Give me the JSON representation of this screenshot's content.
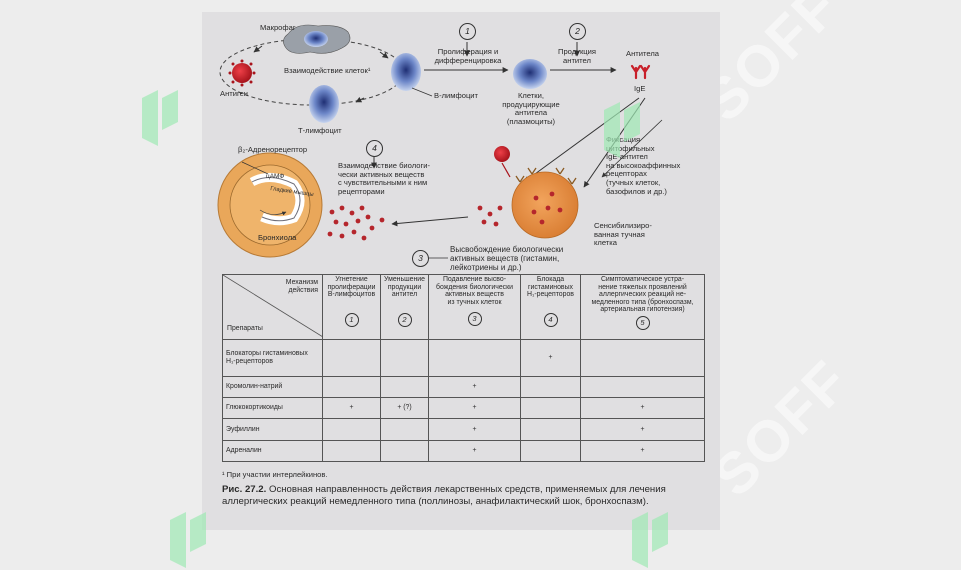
{
  "diagram": {
    "labels": {
      "macrophage": "Макрофаг",
      "antigen": "Антиген",
      "cell_interaction": "Взаимодействие клеток¹",
      "t_lymphocyte": "Т-лимфоцит",
      "b_lymphocyte": "В-лимфоцит",
      "proliferation_l1": "Пролиферация и",
      "proliferation_l2": "дифференцировка",
      "production_l1": "Продукция",
      "production_l2": "антител",
      "antibodies": "Антитела",
      "ige": "IgE",
      "plasma_l1": "Клетки,",
      "plasma_l2": "продуцирующие",
      "plasma_l3": "антитела",
      "plasma_l4": "(плазмоциты)",
      "b2_receptor": "β₂-Адренорецептор",
      "camp": "цАМФ",
      "bronchiole": "Бронхиола",
      "smooth_muscle": "Гладкие мышцы",
      "interaction_l1": "Взаимодействие биологи-",
      "interaction_l2": "чески активных веществ",
      "interaction_l3": "с чувствительными к ним",
      "interaction_l4": "рецепторами",
      "fixation_l1": "Фиксация",
      "fixation_l2": "цитофильных",
      "fixation_l3": "IgE-антител",
      "fixation_l4": "на высокоаффинных",
      "fixation_l5": "рецепторах",
      "fixation_l6": "(тучных клеток,",
      "fixation_l7": "базофилов и др.)",
      "mast_l1": "Сенсибилизиро-",
      "mast_l2": "ванная тучная",
      "mast_l3": "клетка",
      "release_l1": "Высвобождение  биологически",
      "release_l2": "активных веществ (гистамин,",
      "release_l3": "лейкотриены и др.)"
    },
    "step_numbers": [
      "1",
      "2",
      "3",
      "4"
    ],
    "colors": {
      "antigen": "#c8202a",
      "mast_cell": "#e38a3c",
      "bronchiole_ring": "#e9a75a",
      "granule": "#b5262c",
      "cell_blue": "#2c3f8c"
    }
  },
  "table": {
    "corner_top_l1": "Механизм",
    "corner_top_l2": "действия",
    "corner_bottom": "Препараты",
    "columns": [
      {
        "l1": "Угнетение",
        "l2": "пролиферации",
        "l3": "В-лимфоцитов",
        "l4": "",
        "l5": "",
        "num": "1"
      },
      {
        "l1": "Уменьшение",
        "l2": "продукции",
        "l3": "антител",
        "l4": "",
        "l5": "",
        "num": "2"
      },
      {
        "l1": "Подавление высво-",
        "l2": "бождения биологически",
        "l3": "активных веществ",
        "l4": "из тучных клеток",
        "l5": "",
        "num": "3"
      },
      {
        "l1": "Блокада",
        "l2": "гистаминовых",
        "l3": "Н₁-рецепторов",
        "l4": "",
        "l5": "",
        "num": "4"
      },
      {
        "l1": "Симптоматическое устра-",
        "l2": "нение тяжелых проявлений",
        "l3": "аллергических реакций не-",
        "l4": "медленного типа (бронхоспазм,",
        "l5": "артериальная гипотензия)",
        "num": "5"
      }
    ],
    "rows": [
      {
        "name_l1": "Блокаторы гистаминовых",
        "name_l2": "Н₁-рецепторов",
        "cells": [
          "",
          "",
          "",
          "+",
          ""
        ]
      },
      {
        "name_l1": "Кромолин-натрий",
        "name_l2": "",
        "cells": [
          "",
          "",
          "+",
          "",
          ""
        ]
      },
      {
        "name_l1": "Глюкокортикоиды",
        "name_l2": "",
        "cells": [
          "+",
          "+ (?)",
          "+",
          "",
          "+"
        ]
      },
      {
        "name_l1": "Эуфиллин",
        "name_l2": "",
        "cells": [
          "",
          "",
          "+",
          "",
          "+"
        ]
      },
      {
        "name_l1": "Адреналин",
        "name_l2": "",
        "cells": [
          "",
          "",
          "+",
          "",
          "+"
        ]
      }
    ]
  },
  "footnote": "¹ При участии интерлейкинов.",
  "caption": {
    "label": "Рис. 27.2.",
    "text": " Основная направленность действия лекарственных средств, применяемых для лечения аллергических реакций немедленного типа (поллинозы, анафилактический шок, бронхоспазм)."
  },
  "watermark": {
    "text": "SOFF",
    "color": "#ffffff",
    "accent": "#9ee8b4"
  }
}
